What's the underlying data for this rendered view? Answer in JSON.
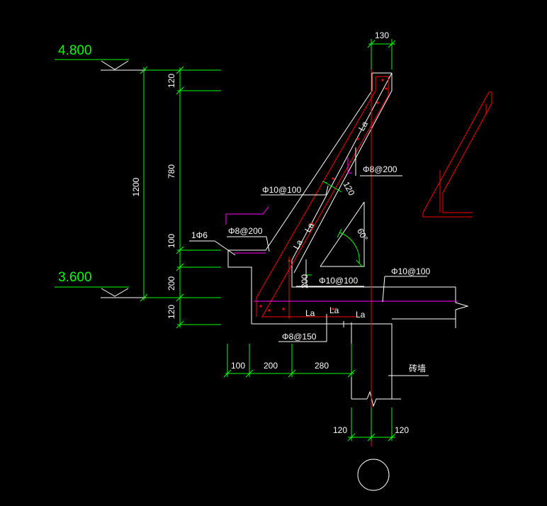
{
  "levels": {
    "top": "4.800",
    "bottom": "3.600"
  },
  "left_dims": {
    "total": "1200",
    "d120_top": "120",
    "d780": "780",
    "d100": "100",
    "d200": "200",
    "d120_bottom": "120"
  },
  "top_dim": "130",
  "bottom_dims": {
    "d100": "100",
    "d200": "200",
    "d280": "280",
    "d120_left": "120",
    "d120_right": "120"
  },
  "mid_dim_200": "200",
  "rebar_labels": {
    "phi8_200_right": "Φ8@200",
    "phi10_100_slab": "Φ10@100",
    "phi6": "1Φ6",
    "phi8_200_left": "Φ8@200",
    "phi10_100_mid": "Φ10@100",
    "phi10_100_right": "Φ10@100",
    "phi8_150": "Φ8@150"
  },
  "dim_120_slant": "120",
  "angle": "60°",
  "anchorage": {
    "la1": "La",
    "la2": "La",
    "la3": "La",
    "la4": "La",
    "la5": "La",
    "la6": "La"
  },
  "wall_label": "砖墙"
}
